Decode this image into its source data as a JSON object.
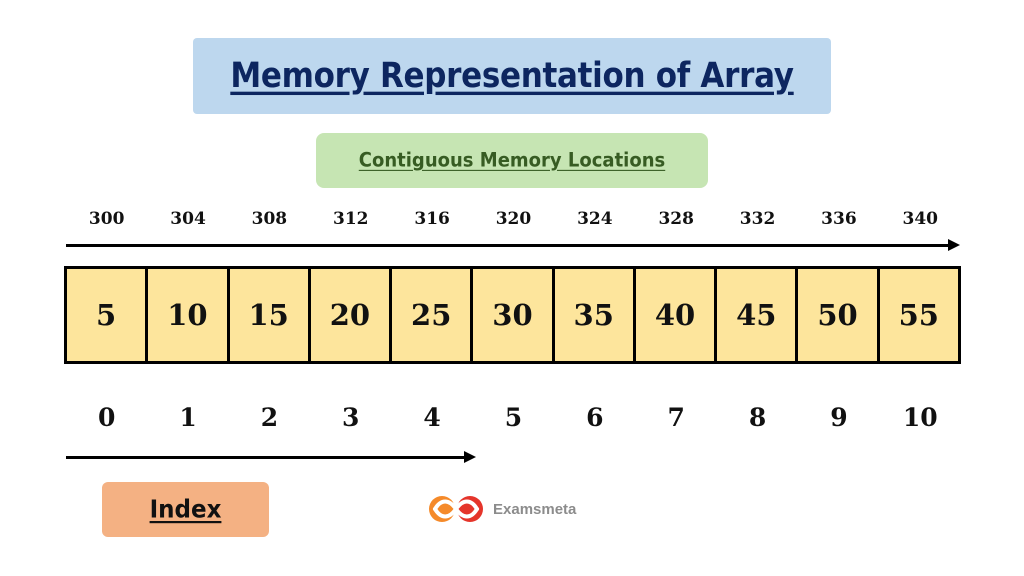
{
  "title": "Memory Representation of Array",
  "subtitle": "Contiguous Memory Locations",
  "addresses": [
    "300",
    "304",
    "308",
    "312",
    "316",
    "320",
    "324",
    "328",
    "332",
    "336",
    "340"
  ],
  "values": [
    "5",
    "10",
    "15",
    "20",
    "25",
    "30",
    "35",
    "40",
    "45",
    "50",
    "55"
  ],
  "indices": [
    "0",
    "1",
    "2",
    "3",
    "4",
    "5",
    "6",
    "7",
    "8",
    "9",
    "10"
  ],
  "index_label": "Index",
  "brand": {
    "name": "Examsmeta",
    "logo_icon": "infinity-logo-icon"
  },
  "colors": {
    "title_bg": "#bdd7ee",
    "title_text": "#0d2660",
    "subtitle_bg": "#c6e5b3",
    "subtitle_text": "#375c23",
    "cell_fill": "#fde59c",
    "index_bg": "#f4b183",
    "logo_orange": "#f58a2a",
    "logo_red": "#e5352b"
  }
}
